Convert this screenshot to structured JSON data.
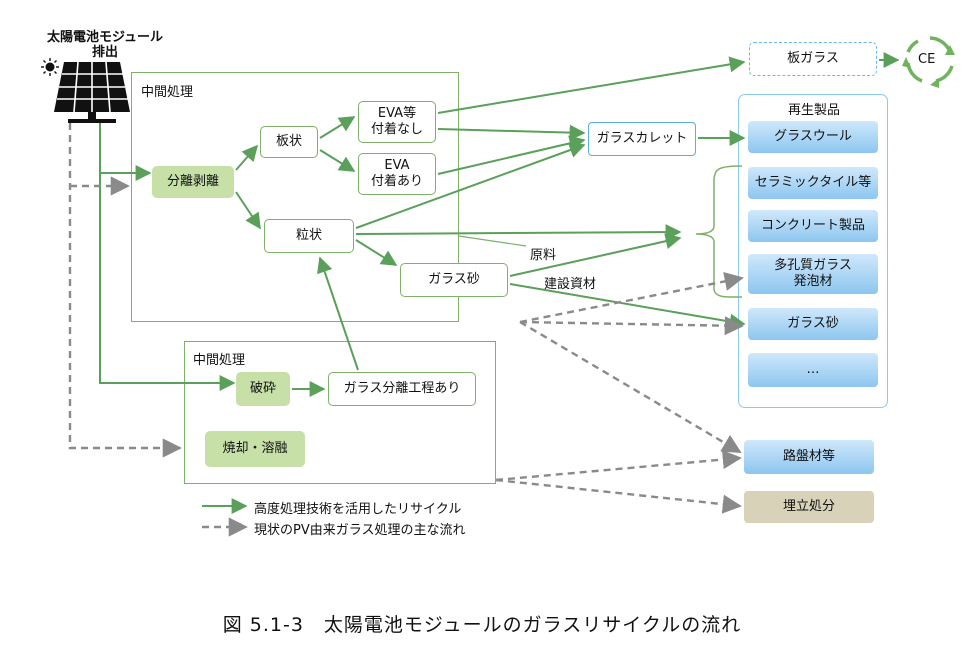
{
  "source": {
    "title": "太陽電池モジュール\n排出"
  },
  "frames": {
    "upper": {
      "title": "中間処理"
    },
    "lower": {
      "title": "中間処理"
    },
    "recycled": {
      "title": "再生製品"
    }
  },
  "nodes": {
    "separation": "分離剥離",
    "plate": "板状",
    "eva_none": "EVA等\n付着なし",
    "eva_attached": "EVA\n付着あり",
    "granular": "粒状",
    "glass_sand_mid": "ガラス砂",
    "cullet": "ガラスカレット",
    "sheet_glass": "板ガラス",
    "ce": "CE",
    "crush": "破砕",
    "glass_sep_process": "ガラス分離工程あり",
    "incinerate": "焼却・溶融",
    "road_material": "路盤材等",
    "landfill": "埋立処分"
  },
  "products": [
    "グラスウール",
    "セラミックタイル等",
    "コンクリート製品",
    "多孔質ガラス\n発泡材",
    "ガラス砂",
    "…"
  ],
  "edge_labels": {
    "raw_material": "原料",
    "construction": "建設資材"
  },
  "legend": {
    "solid": "高度処理技術を活用したリサイクル",
    "dashed": "現状のPV由来ガラス処理の主な流れ"
  },
  "caption": "図 5.1-3　太陽電池モジュールのガラスリサイクルの流れ",
  "colors": {
    "green": "#5aa05a",
    "gray": "#8a8a8a",
    "blue": "#5aaedc"
  }
}
